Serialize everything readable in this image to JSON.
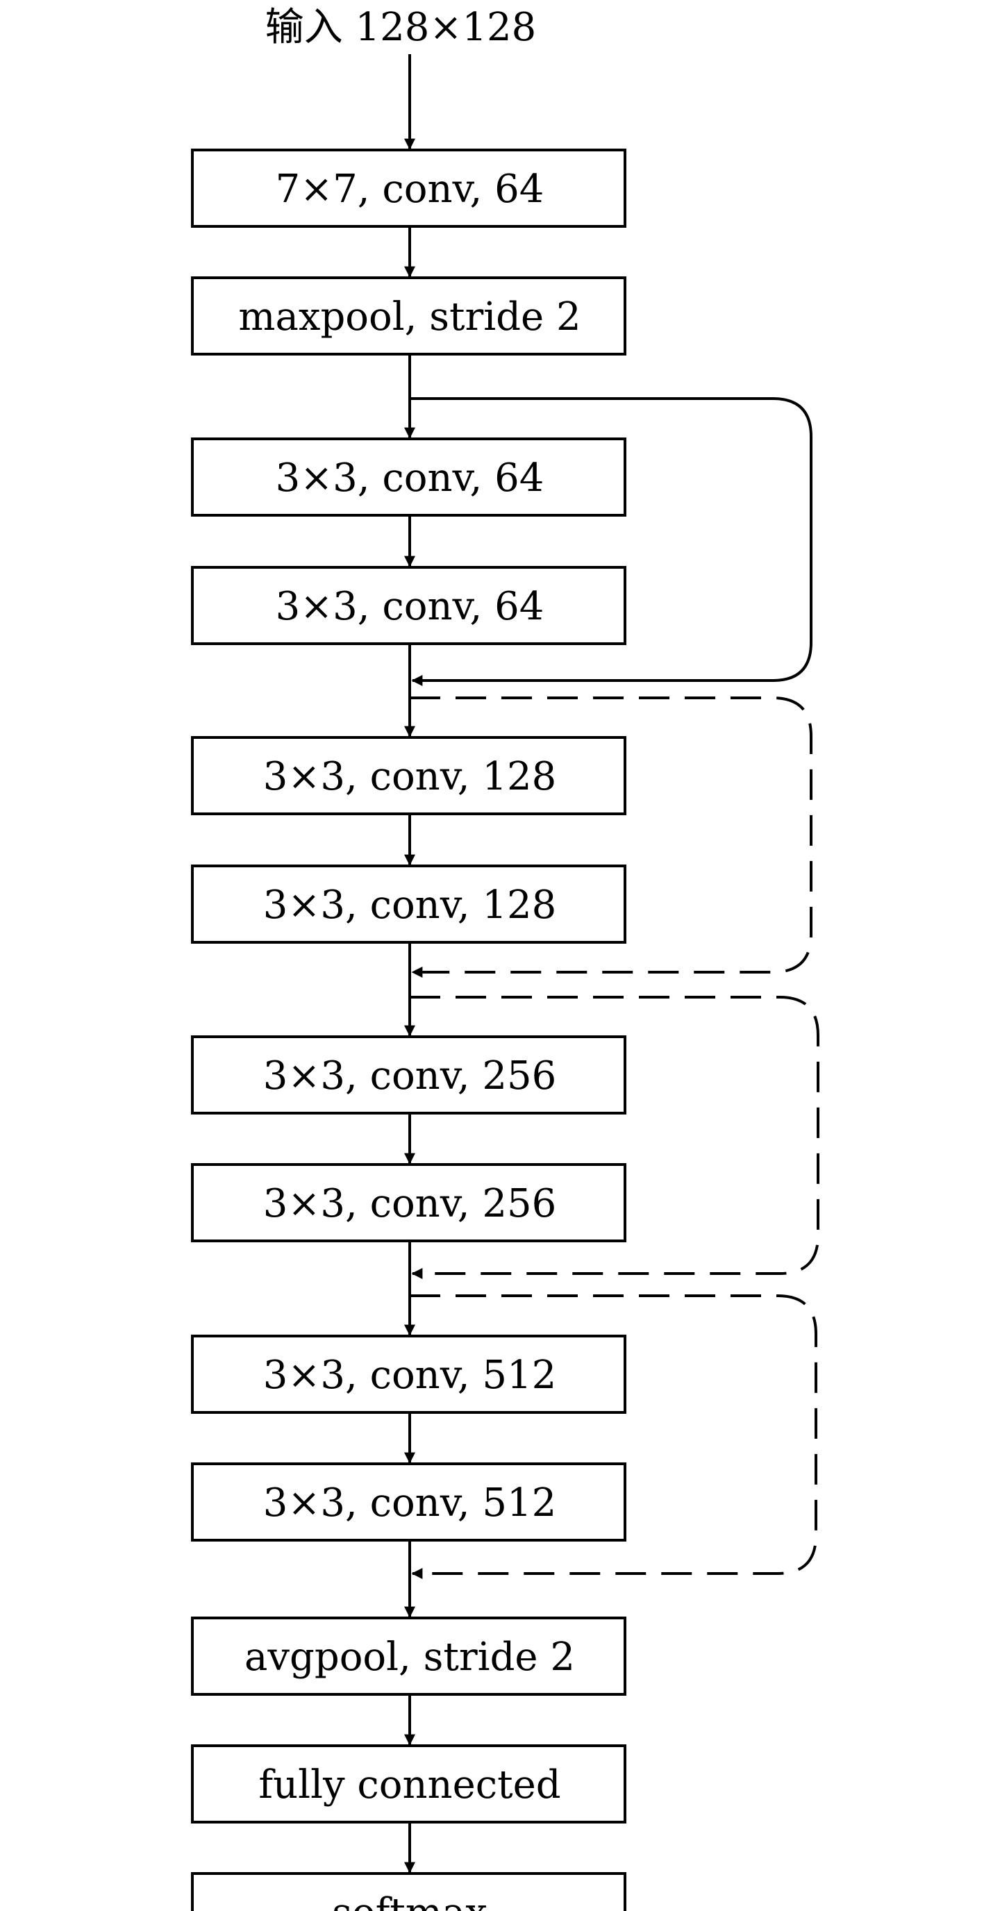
{
  "diagram": {
    "input_label": "输入 128×128",
    "layers": [
      "7×7, conv, 64",
      "maxpool, stride 2",
      "3×3, conv, 64",
      "3×3, conv, 64",
      "3×3, conv, 128",
      "3×3, conv, 128",
      "3×3, conv, 256",
      "3×3, conv, 256",
      "3×3, conv, 512",
      "3×3, conv, 512",
      "avgpool, stride 2",
      "fully connected",
      "softmax"
    ],
    "skip_connections": [
      {
        "from_layer": 1,
        "to_layer": 3,
        "style": "solid"
      },
      {
        "from_layer": 3,
        "to_layer": 5,
        "style": "dashed"
      },
      {
        "from_layer": 5,
        "to_layer": 7,
        "style": "dashed"
      },
      {
        "from_layer": 7,
        "to_layer": 9,
        "style": "dashed"
      }
    ]
  }
}
